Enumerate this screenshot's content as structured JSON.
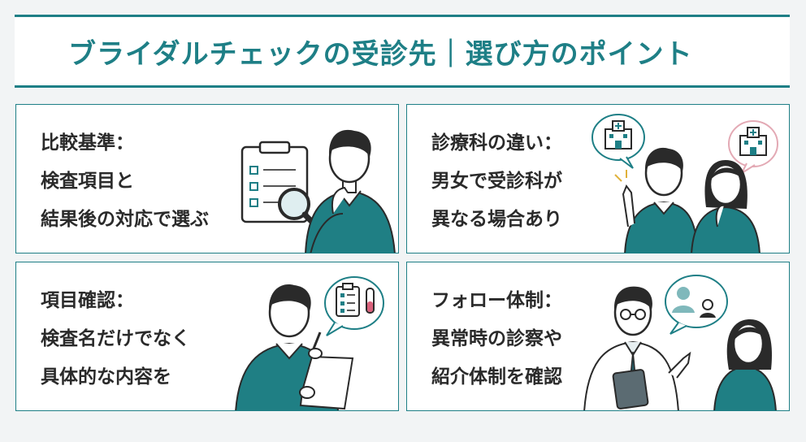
{
  "header": {
    "title": "ブライダルチェックの受診先｜選び方のポイント"
  },
  "cards": [
    {
      "heading": "比較基準：",
      "line1": "検査項目と",
      "line2": "結果後の対応で選ぶ"
    },
    {
      "heading": "診療科の違い：",
      "line1": "男女で受診科が",
      "line2": "異なる場合あり"
    },
    {
      "heading": "項目確認：",
      "line1": "検査名だけでなく",
      "line2": "具体的な内容を"
    },
    {
      "heading": "フォロー体制：",
      "line1": "異常時の診察や",
      "line2": "紹介体制を確認"
    }
  ],
  "colors": {
    "accent": "#1e7f86",
    "sweater": "#1f7f84",
    "background": "#f2f4f5",
    "bubble_pink": "#e3a9b4"
  },
  "icons": [
    "clipboard-icon",
    "magnifier-icon",
    "hospital-icon",
    "test-tube-icon",
    "person-icon",
    "tablet-icon"
  ]
}
